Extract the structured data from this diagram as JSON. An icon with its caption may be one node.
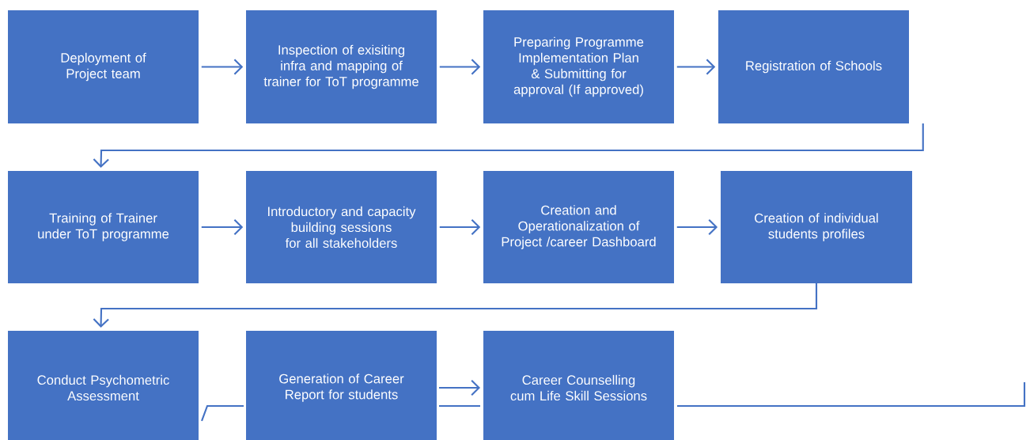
{
  "diagram": {
    "nodes": [
      {
        "text": [
          "Deployment of Project team"
        ]
      },
      {
        "text": [
          "Inspection of exisiting infra and mapping of trainer for ToT programme"
        ]
      },
      {
        "text": [
          "Preparing Programme Implementation Plan & Submitting for approval (If approved)"
        ]
      },
      {
        "text": [
          "Registration of Schools"
        ]
      },
      {
        "text": [
          "Training of Trainer under ToT programme"
        ]
      },
      {
        "text": [
          "Introductory and capacity building sessions for all stakeholders"
        ]
      },
      {
        "text": [
          "Creation and Operationalization of Project /career Dashboard"
        ]
      },
      {
        "text": [
          "Creation of individual students profiles"
        ]
      },
      {
        "text": [
          "Conduct Psychometric Assessment"
        ]
      },
      {
        "text": [
          "Generation of Career Report for students"
        ]
      },
      {
        "text": [
          "Career Counselling cum Life Skill Sessions"
        ]
      }
    ],
    "edges": [
      {
        "from": 0,
        "to": 1,
        "arrow": "to"
      },
      {
        "from": 1,
        "to": 2,
        "arrow": "to"
      },
      {
        "from": 2,
        "to": 3,
        "arrow": "to"
      },
      {
        "from": 3,
        "to": 4,
        "arrow": "to"
      },
      {
        "from": 4,
        "to": 5,
        "arrow": "to"
      },
      {
        "from": 5,
        "to": 6,
        "arrow": "to"
      },
      {
        "from": 6,
        "to": 7,
        "arrow": "to"
      },
      {
        "from": 7,
        "to": 8,
        "arrow": "to"
      },
      {
        "from": 9,
        "to": 10,
        "arrow": "to"
      },
      {
        "from": 9,
        "to": 10,
        "arrow": "none"
      },
      {
        "from": 9,
        "to": 8,
        "arrow": "none"
      },
      {
        "from": 10,
        "to": null,
        "arrow": "none"
      }
    ]
  }
}
